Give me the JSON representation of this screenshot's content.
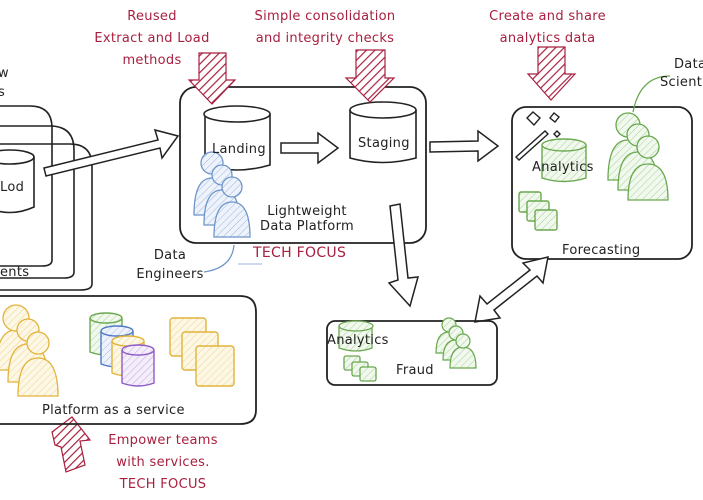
{
  "colors": {
    "ink": "#222222",
    "annotation": "#a8203f",
    "engineers": "#6f95c9",
    "analytics": "#6aa84f",
    "paas_yellow": "#e2b33b",
    "paas_green": "#6aa84f",
    "paas_blue": "#4f79c6",
    "paas_purple": "#8e5cc4"
  },
  "annotations": {
    "reuse": [
      "Reused",
      "Extract and Load",
      "methods"
    ],
    "consolidation": [
      "Simple consolidation",
      "and integrity checks"
    ],
    "analytics": [
      "Create and share",
      "analytics data"
    ],
    "empower": [
      "Empower teams",
      "with services.",
      "TECH FOCUS"
    ]
  },
  "left_cluster": {
    "top_label_fragments": [
      "w",
      "s"
    ],
    "db_label": "Lod",
    "bottom_label": "ents"
  },
  "platform": {
    "landing_label": "Landing",
    "staging_label": "Staging",
    "title_line1": "Lightweight",
    "title_line2": "Data Platform",
    "focus_label": "TECH FOCUS"
  },
  "data_engineers": {
    "label_line1": "Data",
    "label_line2": "Engineers"
  },
  "forecasting": {
    "analytics_label": "Analytics",
    "title": "Forecasting",
    "scientists_line1": "Data",
    "scientists_line2": "Scientists"
  },
  "fraud": {
    "analytics_label": "Analytics",
    "title": "Fraud"
  },
  "paas": {
    "title": "Platform as a service"
  }
}
